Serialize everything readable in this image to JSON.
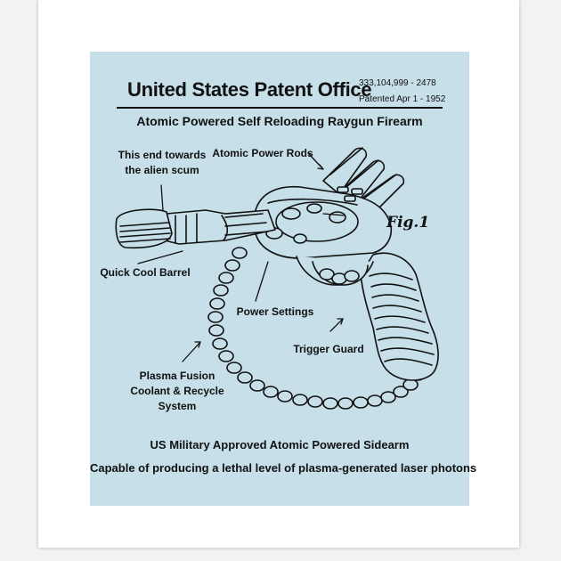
{
  "header": {
    "title": "United States Patent Office",
    "number": "333,104,999 - 2478",
    "patented": "Patented Apr 1 - 1952",
    "subtitle": "Atomic Powered Self Reloading Raygun Firearm"
  },
  "labels": {
    "alien_scum": "This end towards\nthe alien scum",
    "power_rods": "Atomic Power Rods",
    "figure": "Fig.1",
    "barrel": "Quick Cool Barrel",
    "power_settings": "Power Settings",
    "trigger_guard": "Trigger Guard",
    "plasma": "Plasma Fusion\nCoolant & Recycle\nSystem"
  },
  "footer": {
    "line1": "US Military Approved Atomic Powered Sidearm",
    "line2": "Capable of producing a lethal level of plasma-generated laser photons"
  },
  "colors": {
    "background": "#c6dfe9",
    "ink": "#111111",
    "frame": "#ffffff"
  }
}
